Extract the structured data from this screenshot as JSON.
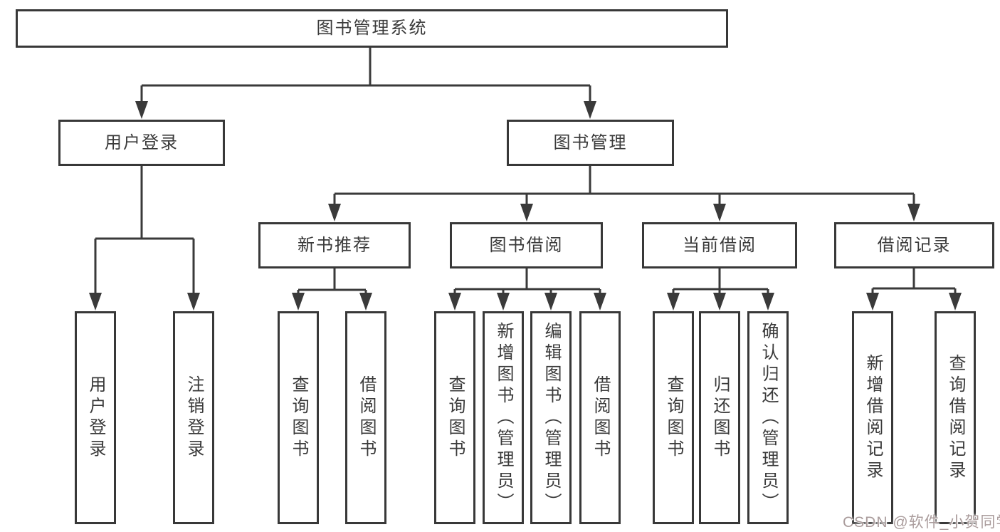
{
  "tree": {
    "label": "图书管理系统",
    "children": [
      {
        "label": "用户登录",
        "children": [
          {
            "label": "用户登录"
          },
          {
            "label": "注销登录"
          }
        ]
      },
      {
        "label": "图书管理",
        "children": [
          {
            "label": "新书推荐",
            "children": [
              {
                "label": "查询图书"
              },
              {
                "label": "借阅图书"
              }
            ]
          },
          {
            "label": "图书借阅",
            "children": [
              {
                "label": "查询图书"
              },
              {
                "label": "新增图书（管理员）"
              },
              {
                "label": "编辑图书（管理员）"
              },
              {
                "label": "借阅图书"
              }
            ]
          },
          {
            "label": "当前借阅",
            "children": [
              {
                "label": "查询图书"
              },
              {
                "label": "归还图书"
              },
              {
                "label": "确认归还（管理员）"
              }
            ]
          },
          {
            "label": "借阅记录",
            "children": [
              {
                "label": "新增借阅记录"
              },
              {
                "label": "查询借阅记录"
              }
            ]
          }
        ]
      }
    ]
  },
  "watermark": "CSDN @软件_小贺同学",
  "colors": {
    "line": "#3a3a3a",
    "text": "#3a3a3a",
    "box_background": "#ffffff",
    "watermark": "#aa9c9c"
  }
}
